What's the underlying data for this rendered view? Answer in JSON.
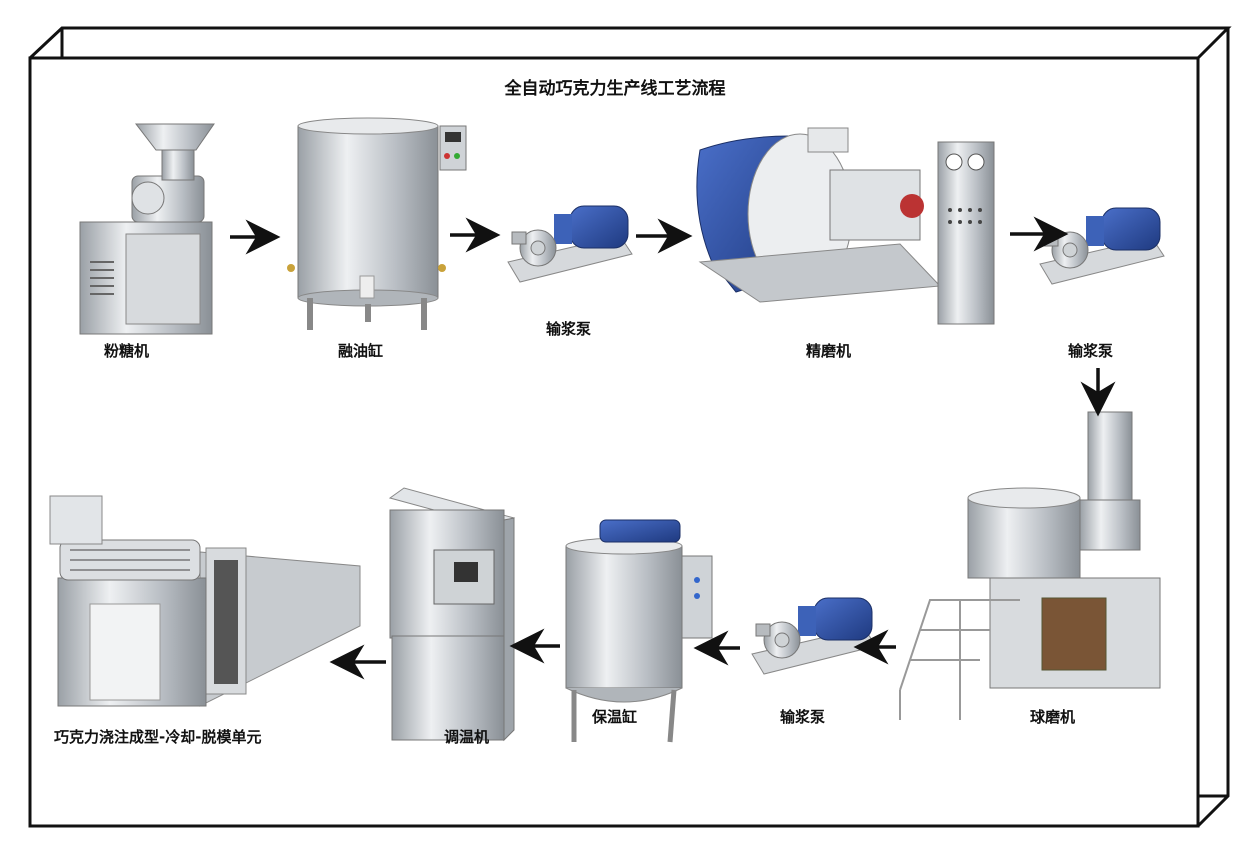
{
  "title": "全自动巧克力生产线工艺流程",
  "steps": [
    {
      "id": "sugar-mill",
      "label": "粉糖机"
    },
    {
      "id": "melting-tank",
      "label": "融油缸"
    },
    {
      "id": "pump-1",
      "label": "输浆泵"
    },
    {
      "id": "conche",
      "label": "精磨机"
    },
    {
      "id": "pump-2",
      "label": "输浆泵"
    },
    {
      "id": "ball-mill",
      "label": "球磨机"
    },
    {
      "id": "pump-3",
      "label": "输浆泵"
    },
    {
      "id": "holding-tank",
      "label": "保温缸"
    },
    {
      "id": "tempering-machine",
      "label": "调温机"
    },
    {
      "id": "depositing-line",
      "label": "巧克力浇注成型-冷却-脱模单元"
    }
  ],
  "colors": {
    "steel": "#c8ccd0",
    "blue": "#2b4fa3",
    "frame": "#111111"
  }
}
